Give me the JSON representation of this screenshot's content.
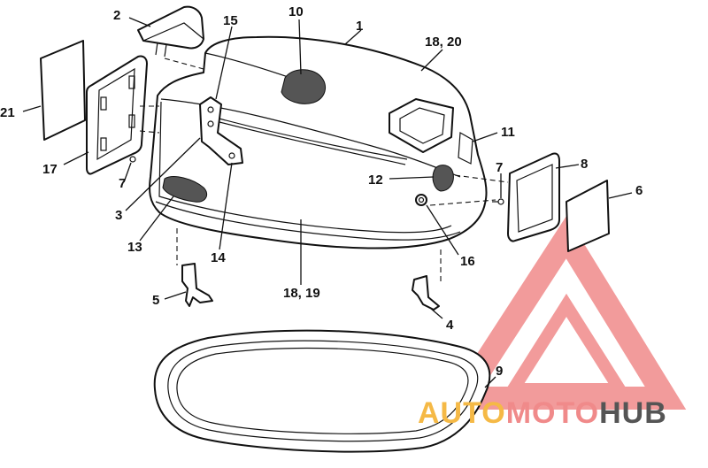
{
  "callouts": {
    "c1": "1",
    "c2": "2",
    "c3": "3",
    "c4": "4",
    "c5": "5",
    "c6": "6",
    "c7a": "7",
    "c7b": "7",
    "c8": "8",
    "c9": "9",
    "c10": "10",
    "c11": "11",
    "c12": "12",
    "c13": "13",
    "c14": "14",
    "c15": "15",
    "c16": "16",
    "c17": "17",
    "c1820": "18, 20",
    "c1819": "18, 19",
    "c21": "21"
  },
  "watermark": {
    "part1": "AUTO",
    "part2": "MOTO",
    "part3": "HUB",
    "color_primary": "#f08a8a",
    "color_accent": "#f5b946",
    "color_dark": "#555555"
  }
}
